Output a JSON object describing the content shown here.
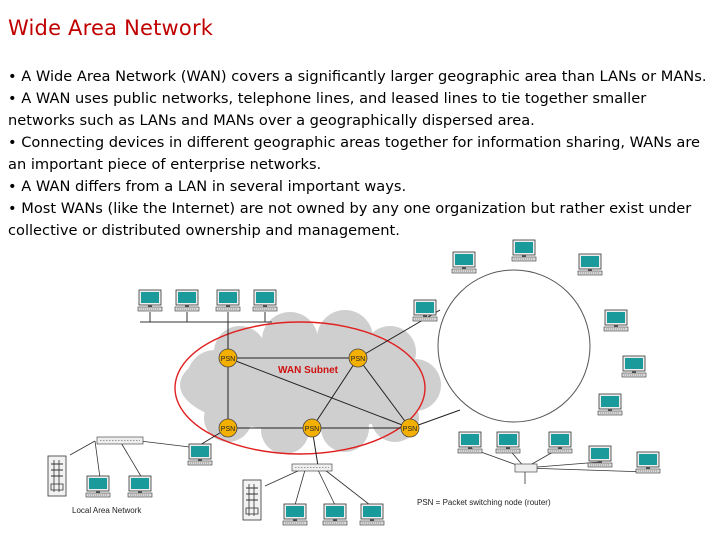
{
  "slide": {
    "title": "Wide Area Network",
    "bullets": [
      "• A Wide Area Network (WAN) covers a significantly larger geographic area than LANs or MANs.",
      "• A WAN uses public networks, telephone lines, and leased lines to tie together smaller networks such as LANs and MANs over a geographically dispersed area.",
      "• Connecting devices in different geographic areas together for information sharing, WANs are an important piece of enterprise networks.",
      "• A WAN differs from a LAN in several important ways.",
      "• Most WANs (like the Internet) are not owned by any one organization but rather exist under collective or distributed ownership and management."
    ]
  },
  "diagram": {
    "subnet_label": "WAN Subnet",
    "node_label": "PSN",
    "lan_label": "Local Area Network",
    "legend": "PSN = Packet switching node (router)",
    "colors": {
      "subnet_outline": "#e02020",
      "subnet_label": "#d01010",
      "cloud": "#cfcfcf",
      "node": "#f4b000",
      "monitor_screen": "#1a9a9a"
    }
  }
}
